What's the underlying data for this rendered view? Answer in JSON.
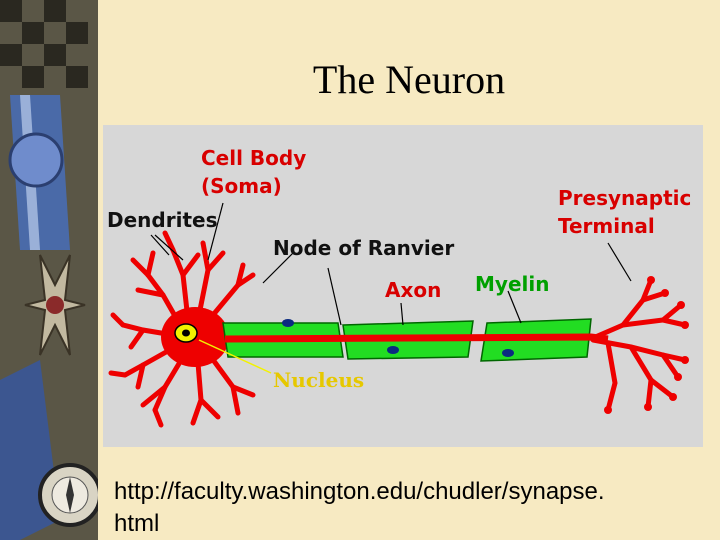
{
  "slide": {
    "title": "The Neuron",
    "source_url": "http://faculty.washington.edu/chudler/synapse.\nhtml"
  },
  "diagram": {
    "labels": {
      "cell_body_line1": "Cell Body",
      "cell_body_line2": "(Soma)",
      "dendrites": "Dendrites",
      "node_of_ranvier": "Node of Ranvier",
      "axon": "Axon",
      "myelin": "Myelin",
      "presynaptic_line1": "Presynaptic",
      "presynaptic_line2": "Terminal",
      "nucleus": "Nucleus"
    },
    "colors": {
      "neuron": "#ee0000",
      "myelin": "#22dd22",
      "nucleus": "#f2f200",
      "background": "#d7d7d7"
    }
  }
}
